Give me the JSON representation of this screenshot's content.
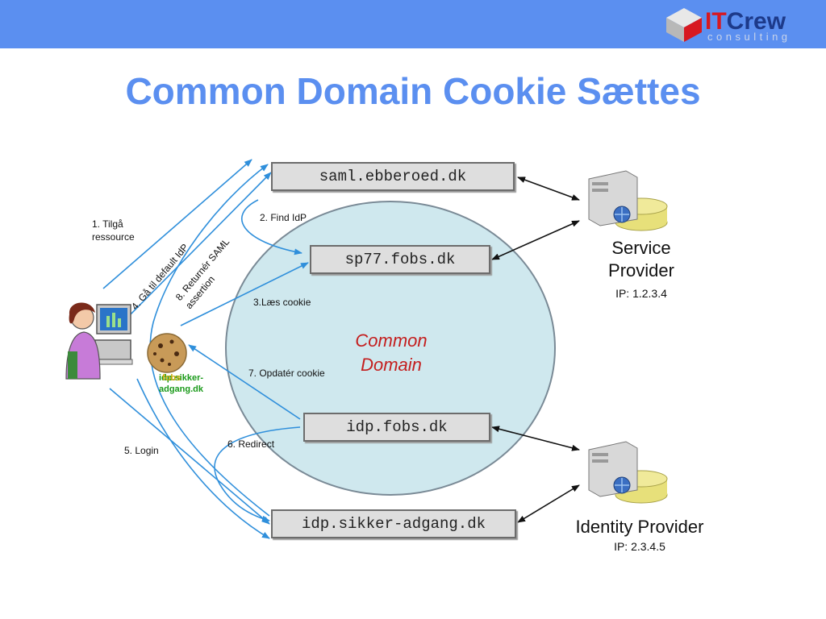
{
  "header": {
    "logo": {
      "it": "IT",
      "crew": "Crew",
      "sub": "consulting"
    },
    "bar_color": "#5b8ff0"
  },
  "title": "Common Domain Cookie Sættes",
  "domain": {
    "line1": "Common",
    "line2": "Domain"
  },
  "hosts": {
    "saml": "saml.ebberoed.dk",
    "sp77": "sp77.fobs.dk",
    "idpfobs": "idp.fobs.dk",
    "sikker": "idp.sikker-adgang.dk"
  },
  "steps": {
    "s1": "1. Tilgå ressource",
    "s2": "2. Find IdP",
    "s3": "3.Læs cookie",
    "s4": "4. Gå til default IdP",
    "s5": "5. Login",
    "s6": "6. Redirect",
    "s7": "7. Opdatér cookie",
    "s8": "8. Returnér SAML assertion"
  },
  "cookie": {
    "label": "idp.sikker-adgang.dk",
    "overlay": "fobs"
  },
  "service_provider": {
    "name_line1": "Service",
    "name_line2": "Provider",
    "ip": "IP: 1.2.3.4"
  },
  "identity_provider": {
    "name": "Identity Provider",
    "ip": "IP: 2.3.4.5"
  },
  "icons": {
    "user": "user-at-computer-icon",
    "cookie": "cookie-icon",
    "server": "server-icon"
  },
  "colors": {
    "arrow": "#2f8fdb",
    "circle_fill": "#cfe8ee",
    "title": "#5b8ff0",
    "domain_text": "#c41e1e"
  }
}
